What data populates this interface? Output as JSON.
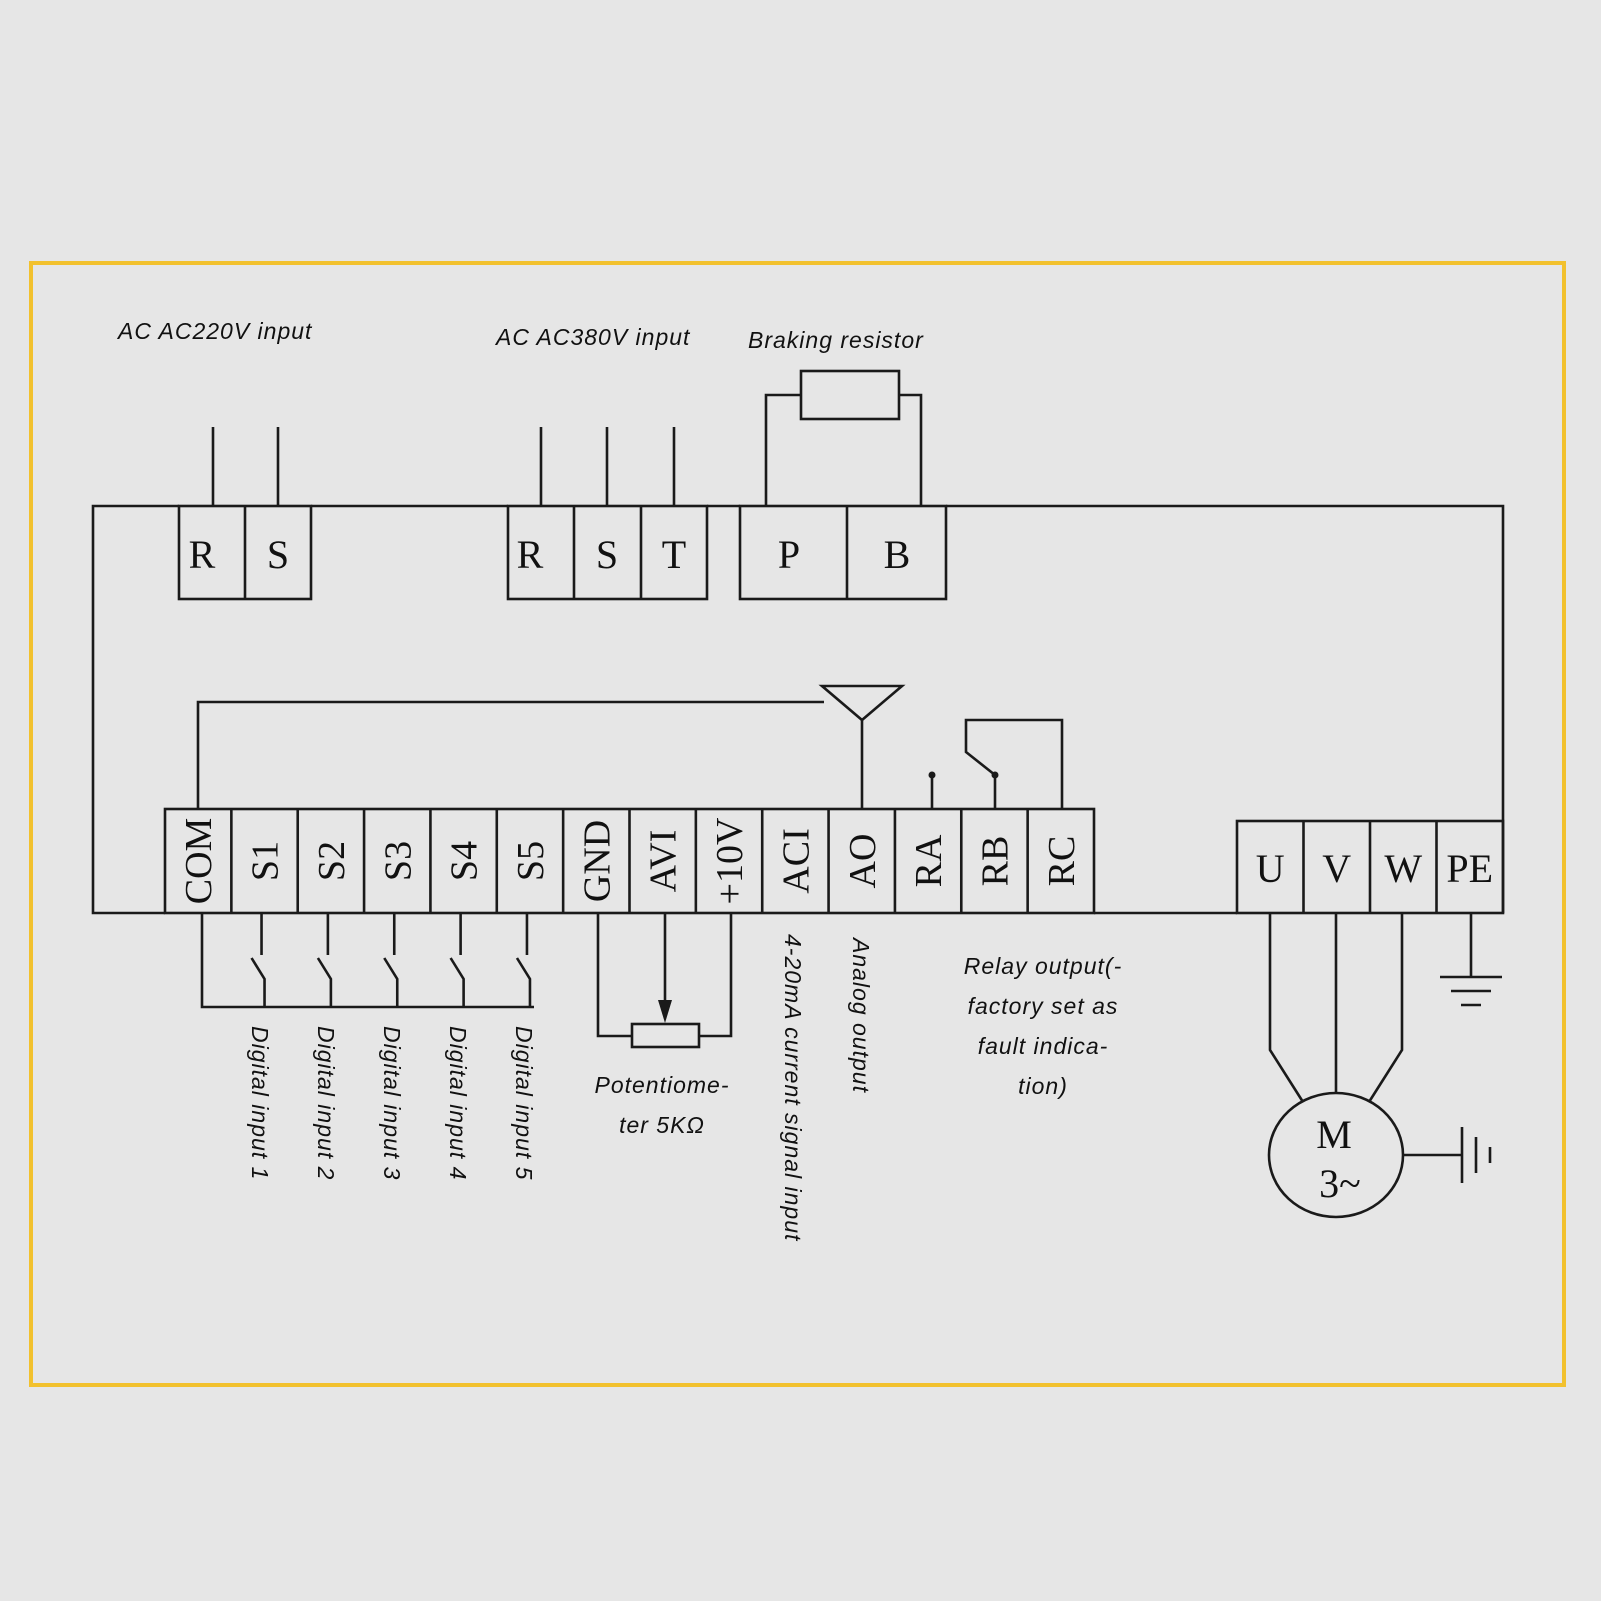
{
  "colors": {
    "frame": "#f2c12e",
    "ink": "#1a1a1a",
    "background": "#e6e6e6"
  },
  "labels": {
    "ac220": "AC AC220V input",
    "ac380": "AC AC380V input",
    "braking": "Braking resistor",
    "potentiometer_1": "Potentiome-",
    "potentiometer_2": "ter 5KΩ",
    "aci_caption": "4-20mA current signal input",
    "ao_caption": "Analog output",
    "relay_1": "Relay output(-",
    "relay_2": "factory set as",
    "relay_3": "fault indica-",
    "relay_4": "tion)"
  },
  "terminals": {
    "ac220": [
      "R",
      "S"
    ],
    "ac380": [
      "R",
      "S",
      "T"
    ],
    "brake": [
      "P",
      "B"
    ],
    "control": [
      "COM",
      "S1",
      "S2",
      "S3",
      "S4",
      "S5",
      "GND",
      "AVI",
      "+10V",
      "ACI",
      "AO",
      "RA",
      "RB",
      "RC"
    ],
    "motor": [
      "U",
      "V",
      "W",
      "PE"
    ]
  },
  "digital_inputs": [
    "Digital input 1",
    "Digital input 2",
    "Digital input 3",
    "Digital input 4",
    "Digital input 5"
  ],
  "motor": {
    "letter": "M",
    "phase": "3~"
  }
}
